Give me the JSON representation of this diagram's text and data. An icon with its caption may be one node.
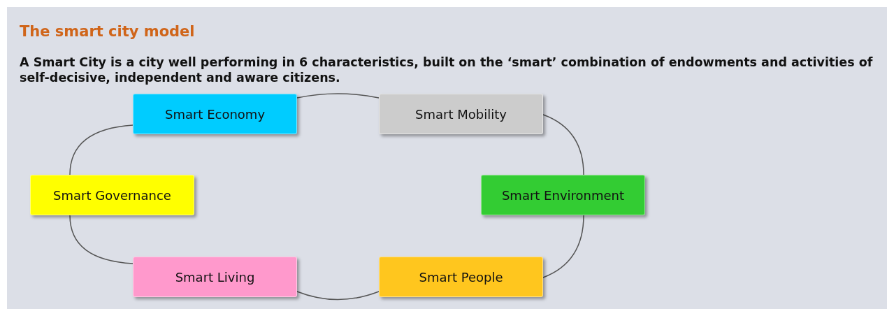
{
  "diagram": {
    "title": "The smart city model",
    "caption": "A Smart City is a city well performing in 6 characteristics, built on the ‘smart’ combination of endowments and activities of self-decisive, independent and aware citizens.",
    "nodes": [
      {
        "text": [
          "Smart Economy"
        ]
      },
      {
        "text": [
          "Smart Mobility"
        ]
      },
      {
        "text": [
          "Smart Governance"
        ]
      },
      {
        "text": [
          "Smart Environment"
        ]
      },
      {
        "text": [
          "Smart Living"
        ]
      },
      {
        "text": [
          "Smart People"
        ]
      }
    ],
    "edges": [
      {
        "from": 0,
        "to": 1,
        "arrow": "none"
      },
      {
        "from": 1,
        "to": 3,
        "arrow": "none"
      },
      {
        "from": 3,
        "to": 5,
        "arrow": "none"
      },
      {
        "from": 5,
        "to": 4,
        "arrow": "none"
      },
      {
        "from": 4,
        "to": 2,
        "arrow": "none"
      },
      {
        "from": 2,
        "to": 0,
        "arrow": "none"
      }
    ]
  }
}
